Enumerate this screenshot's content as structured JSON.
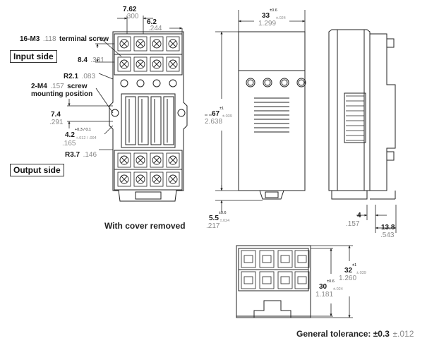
{
  "labels": {
    "terminal_screw": "16-M3",
    "terminal_screw_in": ".118",
    "terminal_screw_text": "terminal screw",
    "input_side": "Input side",
    "output_side": "Output side",
    "mount_screw": "2-M4",
    "mount_screw_in": ".157",
    "mount_screw_text": "screw",
    "mount_position": "mounting position",
    "with_cover_removed": "With cover removed",
    "general_tolerance": "General tolerance: ±0.3",
    "general_tolerance_in": "±.012"
  },
  "dims": {
    "d7_62": "7.62",
    "d7_62_in": ".300",
    "d6_2": "6.2",
    "d6_2_in": ".244",
    "d8_4": "8.4",
    "d8_4_in": ".331",
    "r2_1": "R2.1",
    "r2_1_in": ".083",
    "d7_4": "7.4",
    "d7_4_in": ".291",
    "d4_2": "4.2",
    "d4_2_tol": "+0.3 / 0.1",
    "d4_2_in": ".165",
    "d4_2_in_tol": "+.012 / .004",
    "r3_7": "R3.7",
    "r3_7_in": ".146",
    "d33": "33",
    "d33_tol": "±0.6",
    "d33_in": "1.299",
    "d33_in_tol": "±.024",
    "d67": "67",
    "d67_tol": "±1",
    "d67_in": "2.638",
    "d67_in_tol": "±.039",
    "d5_5": "5.5",
    "d5_5_tol": "±0.6",
    "d5_5_in": ".217",
    "d5_5_in_tol": "±.024",
    "d4": "4",
    "d4_in": ".157",
    "d13_8": "13.8",
    "d13_8_in": ".543",
    "d32": "32",
    "d32_tol": "±1",
    "d32_in": "1.260",
    "d32_in_tol": "±.039",
    "d30": "30",
    "d30_tol": "±0.6",
    "d30_in": "1.181",
    "d30_in_tol": "±.024"
  }
}
